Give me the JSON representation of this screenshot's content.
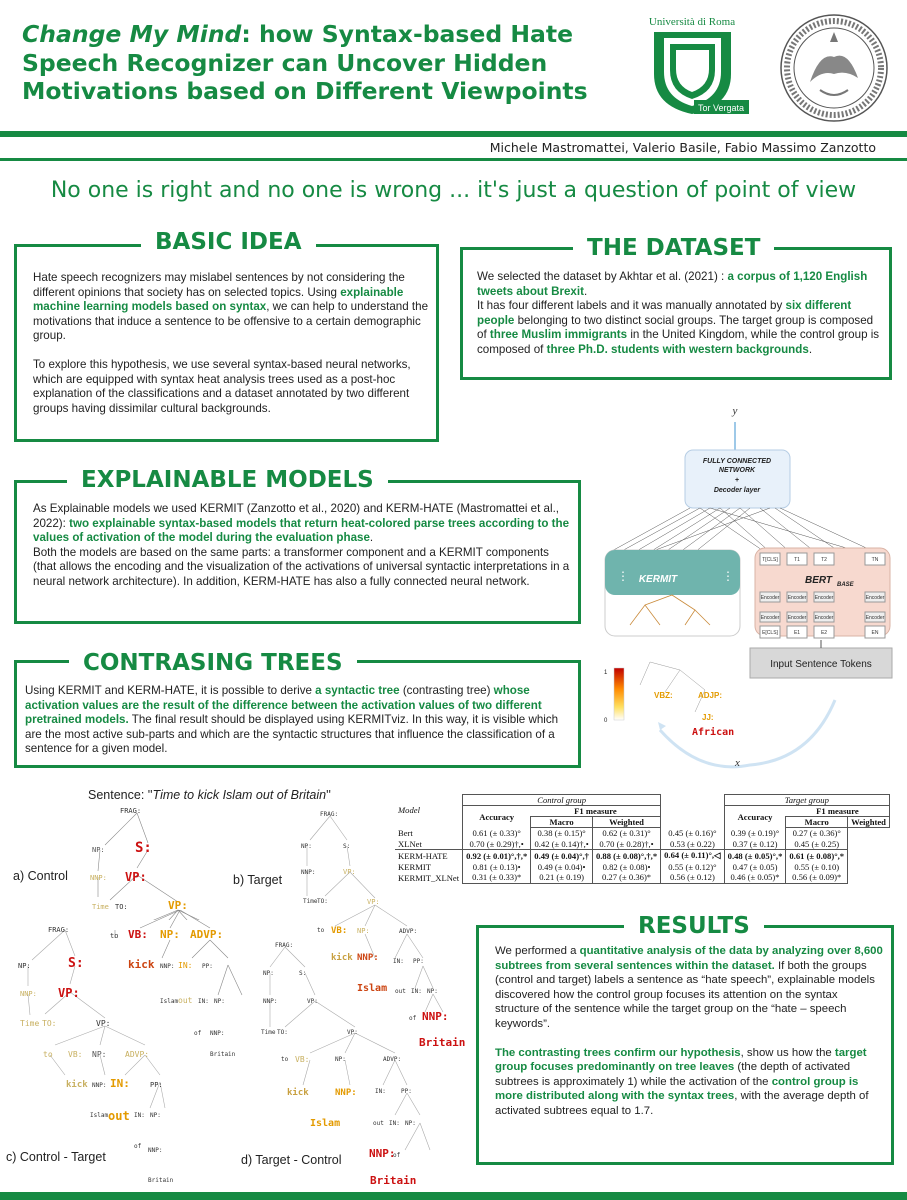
{
  "title": {
    "italic": "Change My Mind",
    "rest": ": how Syntax-based Hate Speech Recognizer can Uncover Hidden Motivations based on Different Viewpoints"
  },
  "logos": {
    "univ_line1": "Università di Roma",
    "univ_line2": "Tor Vergata"
  },
  "authors": "Michele Mastromattei,  Valerio Basile, Fabio Massimo Zanzotto",
  "motto": "No one is right and no one is wrong ... it's just a question of point of view",
  "basic_idea": {
    "title": "BASIC IDEA",
    "p1_a": "Hate speech recognizers may mislabel sentences by not considering the different opinions that society has on selected topics. Using ",
    "p1_b": "explainable machine learning models based on syntax",
    "p1_c": ", we  can help to understand the motivations that induce a sentence to be offensive to a certain demographic group.",
    "p2": "To explore this hypothesis, we use several syntax-based neural networks, which are equipped with syntax heat analysis trees used as a post-hoc explanation of the classifications and a dataset annotated by two different groups having dissimilar cultural backgrounds."
  },
  "dataset": {
    "title": "THE DATASET",
    "a": "We selected the dataset by Akhtar et al. (2021) : ",
    "b": "a corpus of 1,120 English tweets about Brexit",
    "c": ".",
    "d": "It has four different labels and it was manually annotated by ",
    "e": "six different people",
    "f": " belonging to two distinct social groups. The target group is composed of ",
    "g": "three Muslim immigrants",
    "h": " in the United Kingdom, while the control group is composed of ",
    "i": "three Ph.D. students with western backgrounds",
    "j": "."
  },
  "explainable": {
    "title": "EXPLAINABLE MODELS",
    "a": "As Explainable models we used KERMIT (Zanzotto et al., 2020) and KERM-HATE (Mastromattei et al., 2022): ",
    "b": "two explainable syntax-based models that return heat-colored parse trees according to the values of activation of the model during the evaluation phase",
    "c": ".",
    "d": "Both the models are based on the same parts: a transformer component and a KERMIT components (that allows the encoding and the visualization of the activations of universal syntactic interpretations in a neural network architecture). In addition, KERM-HATE has also a fully connected neural network."
  },
  "contrasting": {
    "title": "CONTRASING TREES",
    "a": "Using KERMIT and KERM-HATE, it is possible to derive ",
    "b": "a syntactic tree",
    "c": " (contrasting tree) ",
    "d": "whose activation values are the result of the difference between the activation values of two different pretrained models.",
    "e": "  The final result should be displayed using KERMITviz. In this way, it is visible which are the most active sub-parts and which are the syntactic structures that influence the classification of a sentence for a given model."
  },
  "architecture": {
    "output": "y",
    "fc_line1": "FULLY CONNECTED",
    "fc_line2": "NETWORK",
    "fc_line3": "+",
    "fc_line4": "Decoder layer",
    "kermit": "KERMIT",
    "bert": "BERT",
    "bert_sub": "BASE",
    "input": "Input Sentence Tokens",
    "tok_cls": "T[CLS]",
    "tok1": "T1",
    "tok2": "T2",
    "tokn": "TN",
    "encoder": "Encoder",
    "emb_cls": "E[CLS]",
    "emb1": "E1",
    "emb2": "E2",
    "embn": "EN",
    "scale_top": "1",
    "scale_bottom": "0",
    "african": "African",
    "xi": "x"
  },
  "sentence": {
    "label": "Sentence: ''",
    "text": "Time to kick Islam out of Britain",
    "close": "''"
  },
  "trees": {
    "a": "a) Control",
    "b": "b) Target",
    "c": "c) Control - Target",
    "d": "d) Target - Control",
    "frag": "FRAG:",
    "np": "NP:",
    "s": "S:",
    "nnp": "NNP:",
    "vp": "VP:",
    "time": "Time",
    "to": "TO:",
    "to_w": "to",
    "vb": "VB:",
    "advp": "ADVP:",
    "kick": "kick",
    "in": "IN:",
    "pp": "PP:",
    "islam": "Islam",
    "out": "out",
    "of": "of",
    "britain": "Britain"
  },
  "table": {
    "model": "Model",
    "control": "Control group",
    "target": "Target group",
    "accuracy": "Accuracy",
    "f1": "F1 measure",
    "macro": "Macro",
    "weighted": "Weighted",
    "rows": [
      {
        "m": "Bert",
        "c": [
          "0.61 (± 0.33)°",
          "0.38 (± 0.15)°",
          "0.62 (± 0.31)°"
        ],
        "t": [
          "0.45 (± 0.16)°",
          "0.39 (± 0.19)°",
          "0.27 (± 0.36)°"
        ],
        "bc": false,
        "bt": false
      },
      {
        "m": "XLNet",
        "c": [
          "0.70 (± 0.29)†,•",
          "0.42 (± 0.14)†,•",
          "0.70 (± 0.28)†,•"
        ],
        "t": [
          "0.53 (± 0.22)",
          "0.37 (± 0.12)",
          "0.45 (± 0.25)"
        ],
        "bc": false,
        "bt": false
      },
      {
        "m": "KERM-HATE",
        "c": [
          "0.92 (± 0.01)°,†,*",
          "0.49 (± 0.04)°,†",
          "0.88 (± 0.08)°,†,*"
        ],
        "t": [
          "0.64 (± 0.11)°,◁",
          "0.48 (± 0.05)°,*",
          "0.61 (± 0.08)°,*"
        ],
        "bc": true,
        "bt": true
      },
      {
        "m": "KERMIT",
        "c": [
          "0.81 (± 0.13)•",
          "0.49 (± 0.04)•",
          "0.82 (± 0.08)•"
        ],
        "t": [
          "0.55 (± 0.12)°",
          "0.47 (± 0.05)",
          "0.55 (± 0.10)"
        ],
        "bc": false,
        "bt": false
      },
      {
        "m": "KERMIT_XLNet",
        "c": [
          "0.31 (± 0.33)*",
          "0.21 (± 0.19)",
          "0.27 (± 0.36)*"
        ],
        "t": [
          "0.56 (± 0.12)",
          "0.46 (± 0.05)*",
          "0.56 (± 0.09)*"
        ],
        "bc": false,
        "bt": false
      }
    ]
  },
  "results": {
    "title": "RESULTS",
    "a": "We performed a ",
    "b": "quantitative analysis of the data by analyzing over 8,600 subtrees from several sentences within the dataset.",
    "c": " If both the groups (control and target) labels a sentence as “hate speech”, explainable models discovered how the control group focuses its attention on the syntax structure of the sentence while the target group on the “hate – speech keywords”.",
    "d": "The contrasting trees confirm our hypothesis",
    "e": ", show us how the ",
    "f": "target group focuses predominantly on tree leaves",
    "g": " (the depth of activated subtrees is approximately 1) while the activation of the ",
    "h": "control group is more distributed along with the syntax trees",
    "i": ", with the average depth of activated subtrees equal to 1.7."
  },
  "colors": {
    "accent": "#168a43",
    "hot": "#cc0000",
    "warm": "#e08a00",
    "mild": "#c8b060"
  }
}
